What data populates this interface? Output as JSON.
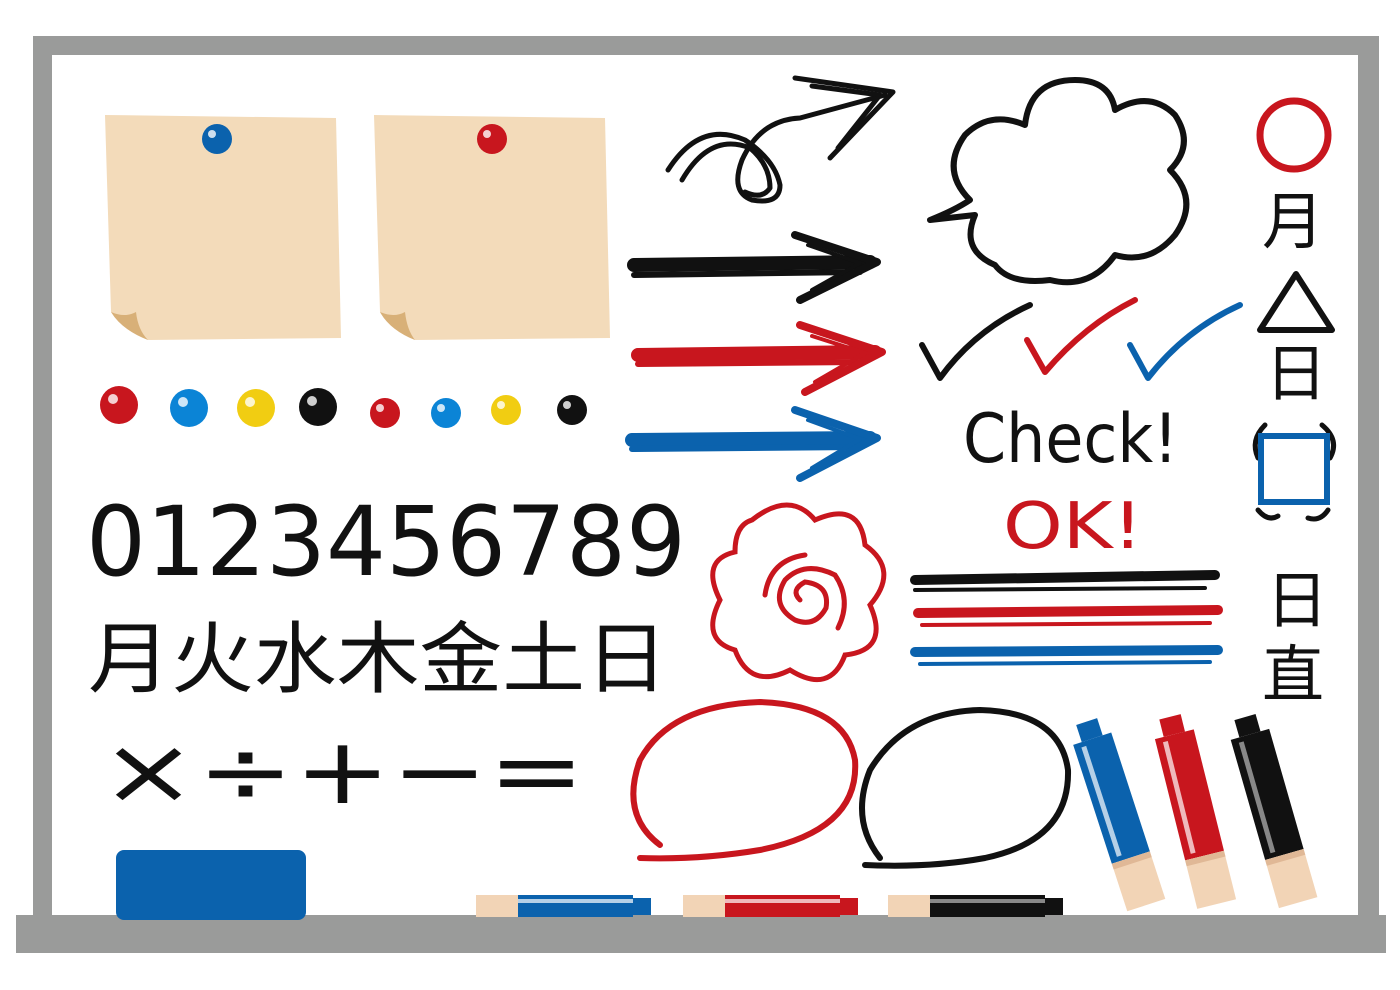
{
  "colors": {
    "frame": "#9a9b9a",
    "board": "#ffffff",
    "ink_black": "#111111",
    "ink_red": "#c8161e",
    "ink_blue": "#0b62ad",
    "paper": "#f3dbba",
    "paper_fold": "#d8b078",
    "magnet_yellow": "#f1cd12",
    "marker_cap_skin": "#f2d4b6",
    "eraser": "#0b62ad"
  },
  "numbers": {
    "text": "0123456789"
  },
  "weekdays": {
    "text": "月火水木金土日"
  },
  "math_symbols": {
    "text": "×÷+−="
  },
  "labels": {
    "check": "Check!",
    "ok": "OK!"
  },
  "date_column": {
    "month": "月",
    "day": "日",
    "duty_1": "日",
    "duty_2": "直"
  },
  "magnets": [
    "red",
    "blue",
    "yellow",
    "black",
    "red",
    "blue",
    "yellow",
    "black"
  ],
  "pin_colors": [
    "blue",
    "red"
  ],
  "markers": [
    "blue",
    "red",
    "black"
  ]
}
